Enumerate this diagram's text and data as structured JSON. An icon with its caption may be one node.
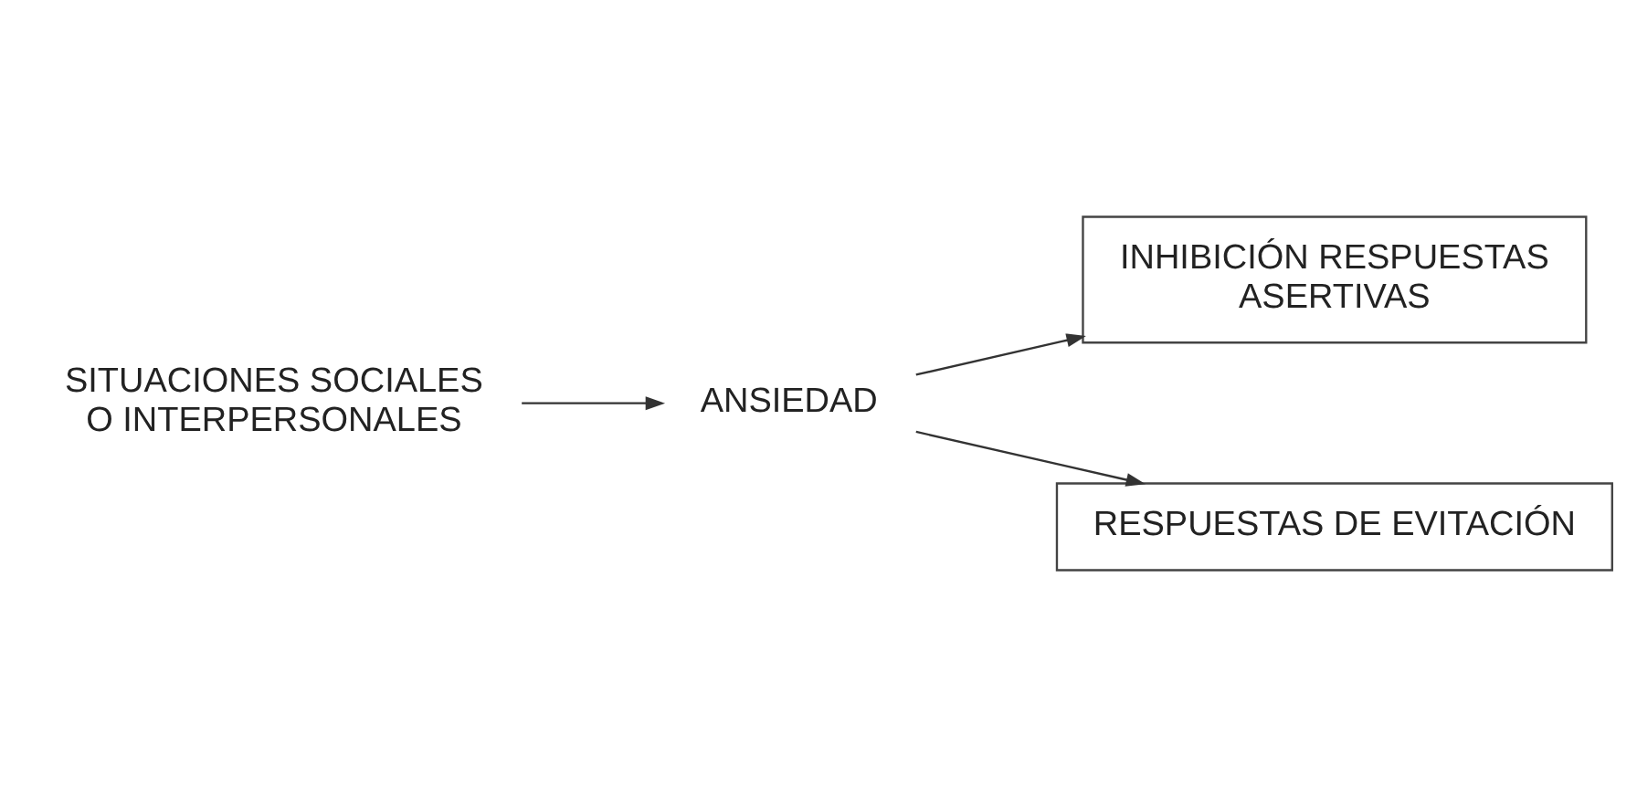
{
  "diagram": {
    "nodes": [
      {
        "text": [
          "SITUACIONES SOCIALES O INTERPERSONALES"
        ]
      },
      {
        "text": [
          "ANSIEDAD"
        ]
      },
      {
        "text": [
          "INHIBICIÓN RESPUESTAS ASERTIVAS"
        ]
      },
      {
        "text": [
          "RESPUESTAS DE EVITACIÓN"
        ]
      }
    ],
    "edges": [
      {
        "from": 0,
        "to": 1,
        "arrow": "to"
      },
      {
        "from": 1,
        "to": 2,
        "arrow": "to"
      },
      {
        "from": 1,
        "to": 3,
        "arrow": "to"
      }
    ]
  }
}
